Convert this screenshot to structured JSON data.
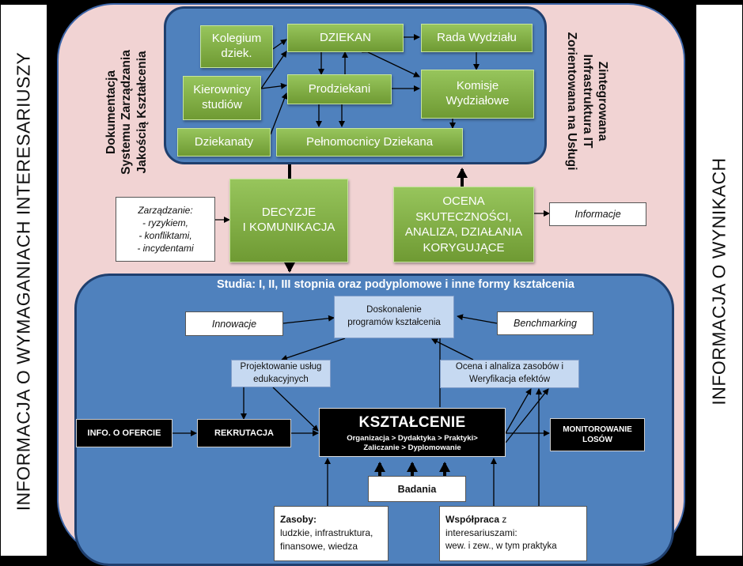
{
  "side_left": "INFORMACJA O WYMAGANIACH INTERESARIUSZY",
  "side_right": "INFORMACJA O WYNIKACH",
  "doc_label": [
    "Dokumentacja",
    "Systemu Zarządzania",
    "Jakością Kształcenia"
  ],
  "infra_label": [
    "Zintegrowana",
    "Infrastruktura IT",
    "Zorientowana na Usługi"
  ],
  "faculty": {
    "kolegium": [
      "Kolegium",
      "dziek."
    ],
    "dziekan": "DZIEKAN",
    "rada": "Rada Wydziału",
    "kierownicy": [
      "Kierownicy",
      "studiów"
    ],
    "prodziekani": "Prodziekani",
    "komisje": [
      "Komisje",
      "Wydziałowe"
    ],
    "dziekanaty": "Dziekanaty",
    "pelnomocnicy": "Pełnomocnicy Dziekana"
  },
  "decyzje": [
    "DECYZJE",
    "I KOMUNIKACJA"
  ],
  "ocena": [
    "OCENA",
    "SKUTECZNOŚCI,",
    "ANALIZA, DZIAŁANIA",
    "KORYGUJĄCE"
  ],
  "zarzadzanie": [
    "Zarządzanie:",
    "- ryzykiem,",
    "- konfliktami,",
    "- incydentami"
  ],
  "informacje": "Informacje",
  "studia_title": "Studia: I, II, III stopnia oraz podyplomowe i inne formy kształcenia",
  "doskonalenie": [
    "Doskonalenie",
    "programów kształcenia"
  ],
  "innowacje": "Innowacje",
  "benchmarking": "Benchmarking",
  "projektowanie": [
    "Projektowanie usług",
    "edukacyjnych"
  ],
  "ocena_zasobow": [
    "Ocena  i alnaliza zasobów i",
    "Weryfikacja efektów"
  ],
  "info_oferta": "INFO. O OFERCIE",
  "rekrutacja": "REKRUTACJA",
  "ksztalcenie": {
    "title": "KSZTAŁCENIE",
    "line1": "Organizacja > Dydaktyka > Praktyki>",
    "line2": "Zaliczanie > Dyplomowanie"
  },
  "monitorowanie": [
    "MONITOROWANIE",
    "LOSÓW"
  ],
  "badania": "Badania",
  "zasoby": {
    "title": "Zasoby:",
    "line1": "ludzkie, infrastruktura,",
    "line2": "finansowe, wiedza"
  },
  "wspolpraca": {
    "title": "Współpraca",
    "title_rest": " z",
    "line1": "interesariuszami:",
    "line2": "wew. i zew., w tym praktyka"
  }
}
